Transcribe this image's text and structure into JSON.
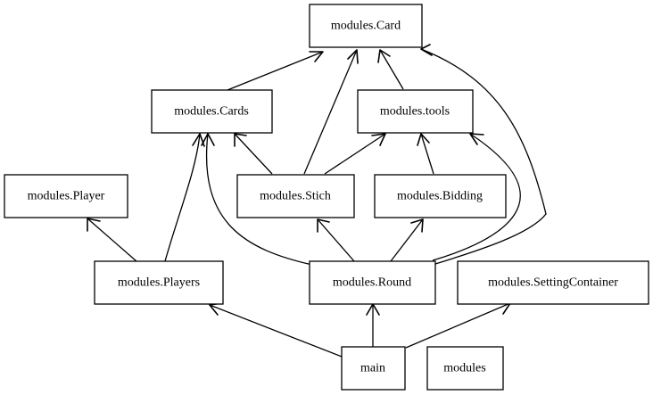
{
  "nodes": {
    "card": "modules.Card",
    "cards": "modules.Cards",
    "tools": "modules.tools",
    "player": "modules.Player",
    "stich": "modules.Stich",
    "bidding": "modules.Bidding",
    "players": "modules.Players",
    "round": "modules.Round",
    "setting_container": "modules.SettingContainer",
    "main": "main",
    "modules": "modules"
  },
  "edges": [
    {
      "from": "modules.Cards",
      "to": "modules.Card"
    },
    {
      "from": "modules.Stich",
      "to": "modules.Card"
    },
    {
      "from": "modules.tools",
      "to": "modules.Card"
    },
    {
      "from": "modules.Round",
      "to": "modules.Card"
    },
    {
      "from": "modules.Stich",
      "to": "modules.Cards"
    },
    {
      "from": "modules.Stich",
      "to": "modules.tools"
    },
    {
      "from": "modules.Bidding",
      "to": "modules.tools"
    },
    {
      "from": "modules.Round",
      "to": "modules.tools"
    },
    {
      "from": "modules.Players",
      "to": "modules.Player"
    },
    {
      "from": "modules.Players",
      "to": "modules.Cards"
    },
    {
      "from": "modules.Round",
      "to": "modules.Cards"
    },
    {
      "from": "modules.Round",
      "to": "modules.Stich"
    },
    {
      "from": "modules.Round",
      "to": "modules.Bidding"
    },
    {
      "from": "main",
      "to": "modules.Players"
    },
    {
      "from": "main",
      "to": "modules.Round"
    },
    {
      "from": "main",
      "to": "modules.SettingContainer"
    }
  ]
}
